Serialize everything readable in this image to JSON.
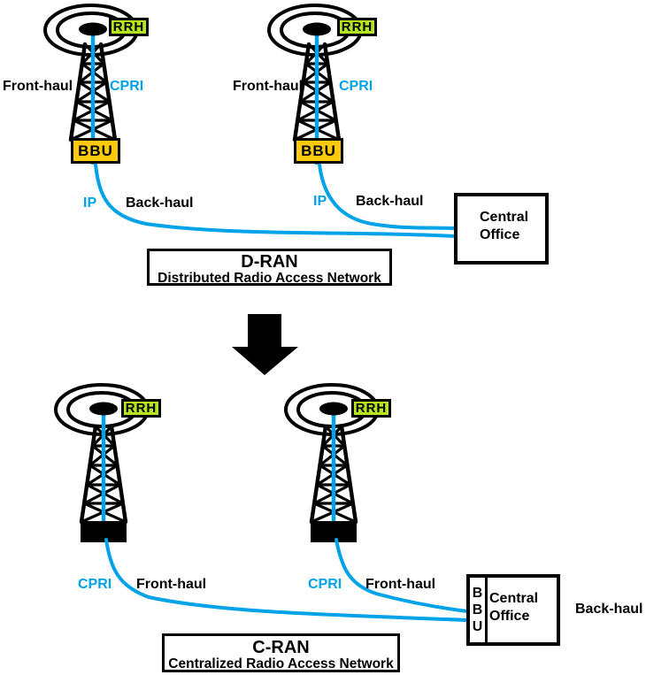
{
  "colors": {
    "line_blue": "#00A2E8",
    "rrh_green": "#B5E61D",
    "bbu_gold": "#FFC90E"
  },
  "dran": {
    "title": "D-RAN",
    "subtitle": "Distributed Radio Access Network",
    "central_office": "Central Office",
    "tower1": {
      "rrh": "RRH",
      "front_haul": "Front-haul",
      "cpri": "CPRI",
      "bbu": "BBU",
      "ip": "IP",
      "back_haul": "Back-haul"
    },
    "tower2": {
      "rrh": "RRH",
      "front_haul": "Front-haul",
      "cpri": "CPRI",
      "bbu": "BBU",
      "ip": "IP",
      "back_haul": "Back-haul"
    }
  },
  "cran": {
    "title": "C-RAN",
    "subtitle": "Centralized Radio Access Network",
    "central_office": "Central Office",
    "bbu_letters": [
      "B",
      "B",
      "U"
    ],
    "back_haul": "Back-haul",
    "tower1": {
      "rrh": "RRH",
      "cpri": "CPRI",
      "front_haul": "Front-haul"
    },
    "tower2": {
      "rrh": "RRH",
      "cpri": "CPRI",
      "front_haul": "Front-haul"
    }
  }
}
